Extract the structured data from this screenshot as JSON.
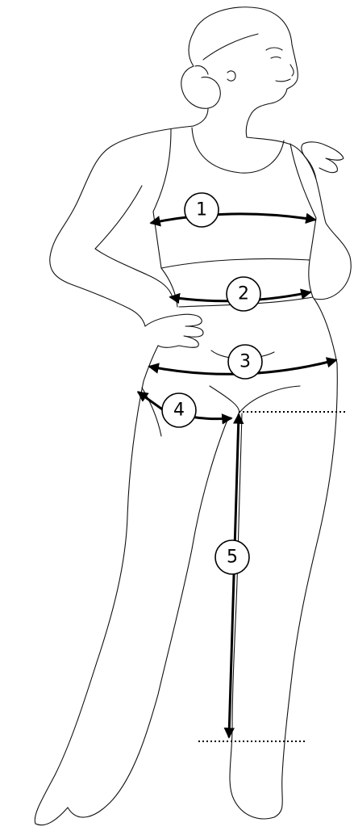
{
  "markers": [
    {
      "id": "1",
      "label": "1"
    },
    {
      "id": "2",
      "label": "2"
    },
    {
      "id": "3",
      "label": "3"
    },
    {
      "id": "4",
      "label": "4"
    },
    {
      "id": "5",
      "label": "5"
    }
  ],
  "colors": {
    "line": "#111111",
    "arrow": "#000000",
    "background": "#ffffff"
  }
}
